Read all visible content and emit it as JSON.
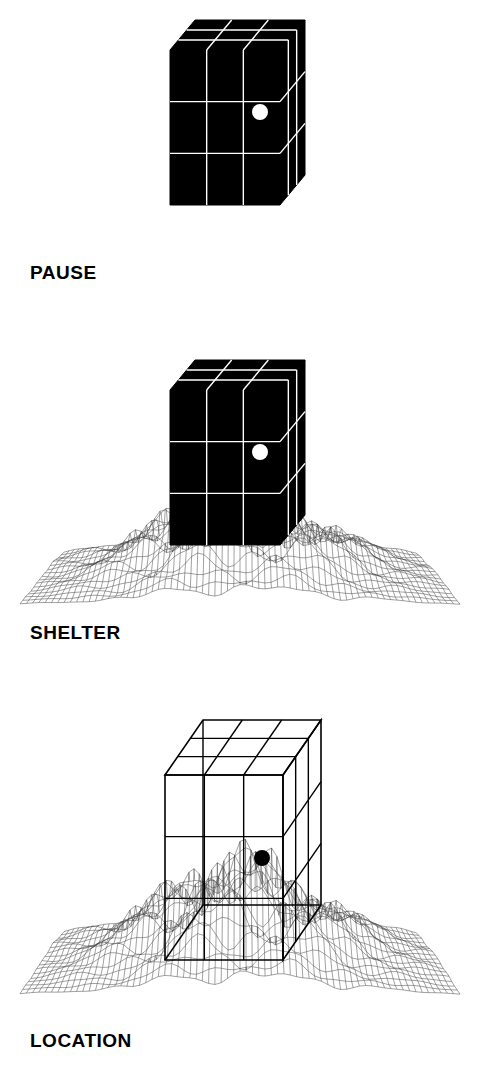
{
  "diagram": {
    "labels": [
      "PAUSE",
      "SHELTER",
      "LOCATION"
    ]
  }
}
